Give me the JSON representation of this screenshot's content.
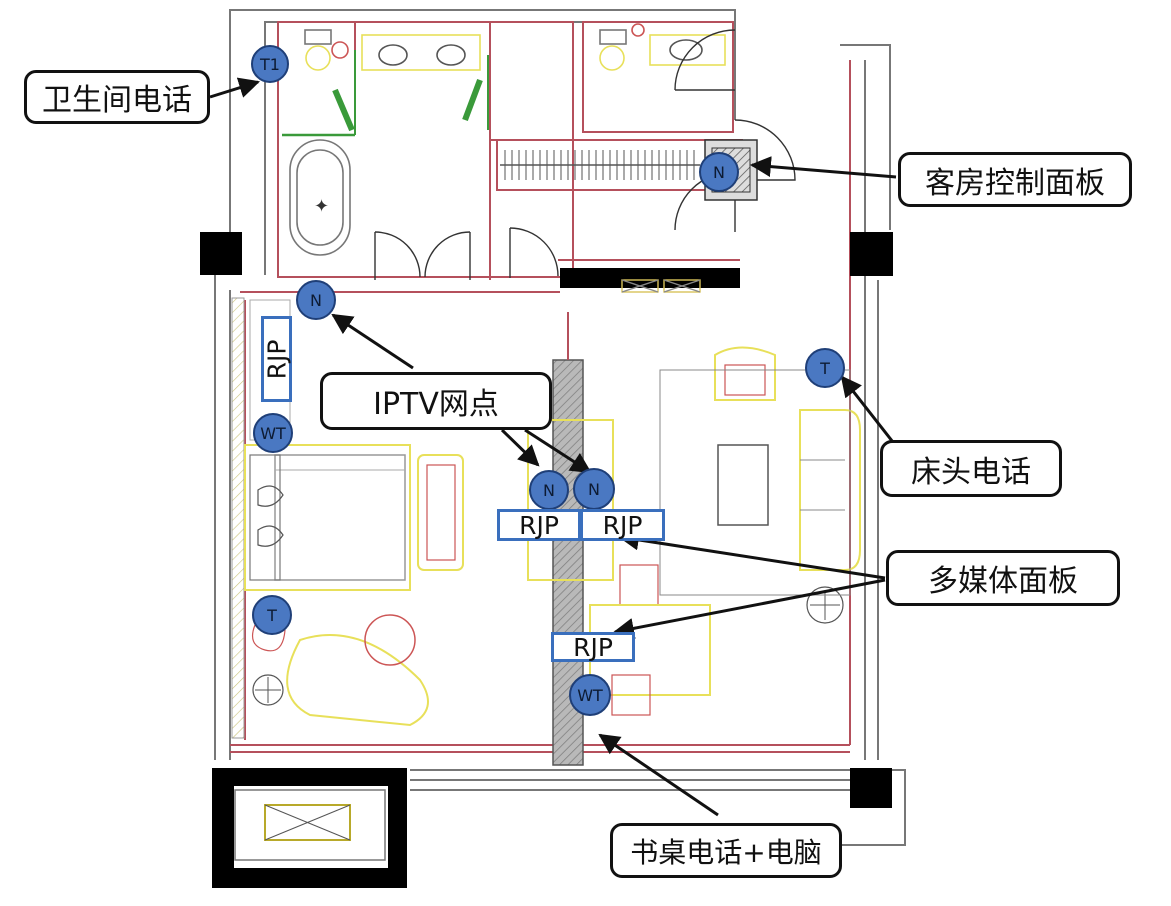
{
  "callouts": {
    "bathroom_phone": "卫生间电话",
    "room_control_panel": "客房控制面板",
    "iptv_point": "IPTV网点",
    "bedside_phone": "床头电话",
    "multimedia_panel": "多媒体面板",
    "desk_phone_computer": "书桌电话+电脑"
  },
  "markers": {
    "t1": "T1",
    "n": "N",
    "t": "T",
    "wt": "WT"
  },
  "panels": {
    "rjp": "RJP"
  },
  "colors": {
    "marker_fill": "#4a78c2",
    "panel_border": "#3a6fbd",
    "wall_line": "#b5505c",
    "furniture_line": "#e8e05a",
    "door_green": "#3a9a3a"
  }
}
